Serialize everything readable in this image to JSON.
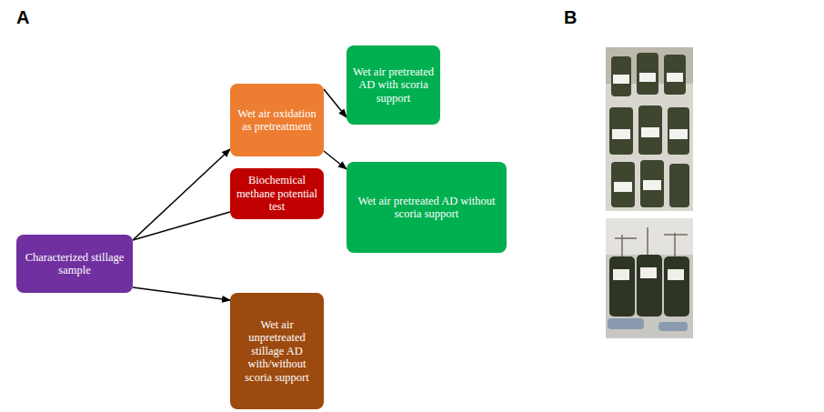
{
  "diagram": {
    "nodes": [
      {
        "text": [
          "Characterized stillage sample"
        ]
      },
      {
        "text": [
          "Wet air oxidation as pretreatment"
        ]
      },
      {
        "text": [
          "Biochemical methane potential test"
        ]
      },
      {
        "text": [
          "Wet air unpretreated stillage AD with/without scoria support"
        ]
      },
      {
        "text": [
          "Wet air pretreated AD with scoria support"
        ]
      },
      {
        "text": [
          "Wet air pretreated AD without scoria support"
        ]
      }
    ],
    "edges": [
      {
        "from": 0,
        "to": 1,
        "arrow": "to"
      },
      {
        "from": 0,
        "to": 2,
        "arrow": "none"
      },
      {
        "from": 0,
        "to": 3,
        "arrow": "to"
      },
      {
        "from": 1,
        "to": 4,
        "arrow": "to"
      },
      {
        "from": 1,
        "to": 5,
        "arrow": "to"
      }
    ],
    "labels": [
      "A",
      "B"
    ]
  }
}
